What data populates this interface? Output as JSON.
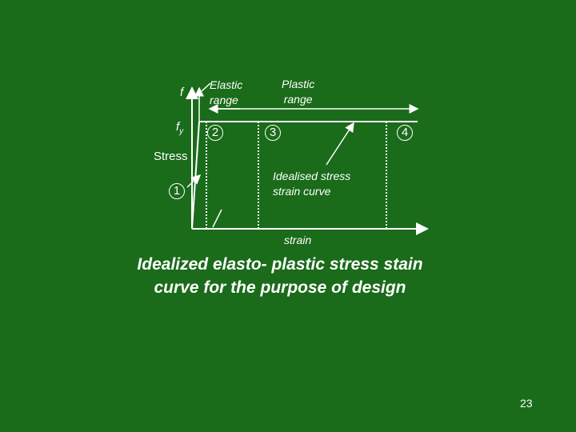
{
  "diagram": {
    "axis_f": "f",
    "axis_fy_main": "f",
    "axis_fy_sub": "y",
    "axis_stress": "Stress",
    "axis_strain": "strain",
    "elastic_range": [
      "Elastic",
      "range"
    ],
    "plastic_range": [
      "Plastic",
      "range"
    ],
    "idealised_curve": [
      "Idealised stress",
      "strain curve"
    ],
    "points": [
      "1",
      "2",
      "3",
      "4"
    ]
  },
  "caption": "Idealized elasto- plastic stress stain curve for the purpose of design",
  "page_number": "23",
  "colors": {
    "background": "#1a6b1a",
    "foreground": "#ffffff"
  }
}
